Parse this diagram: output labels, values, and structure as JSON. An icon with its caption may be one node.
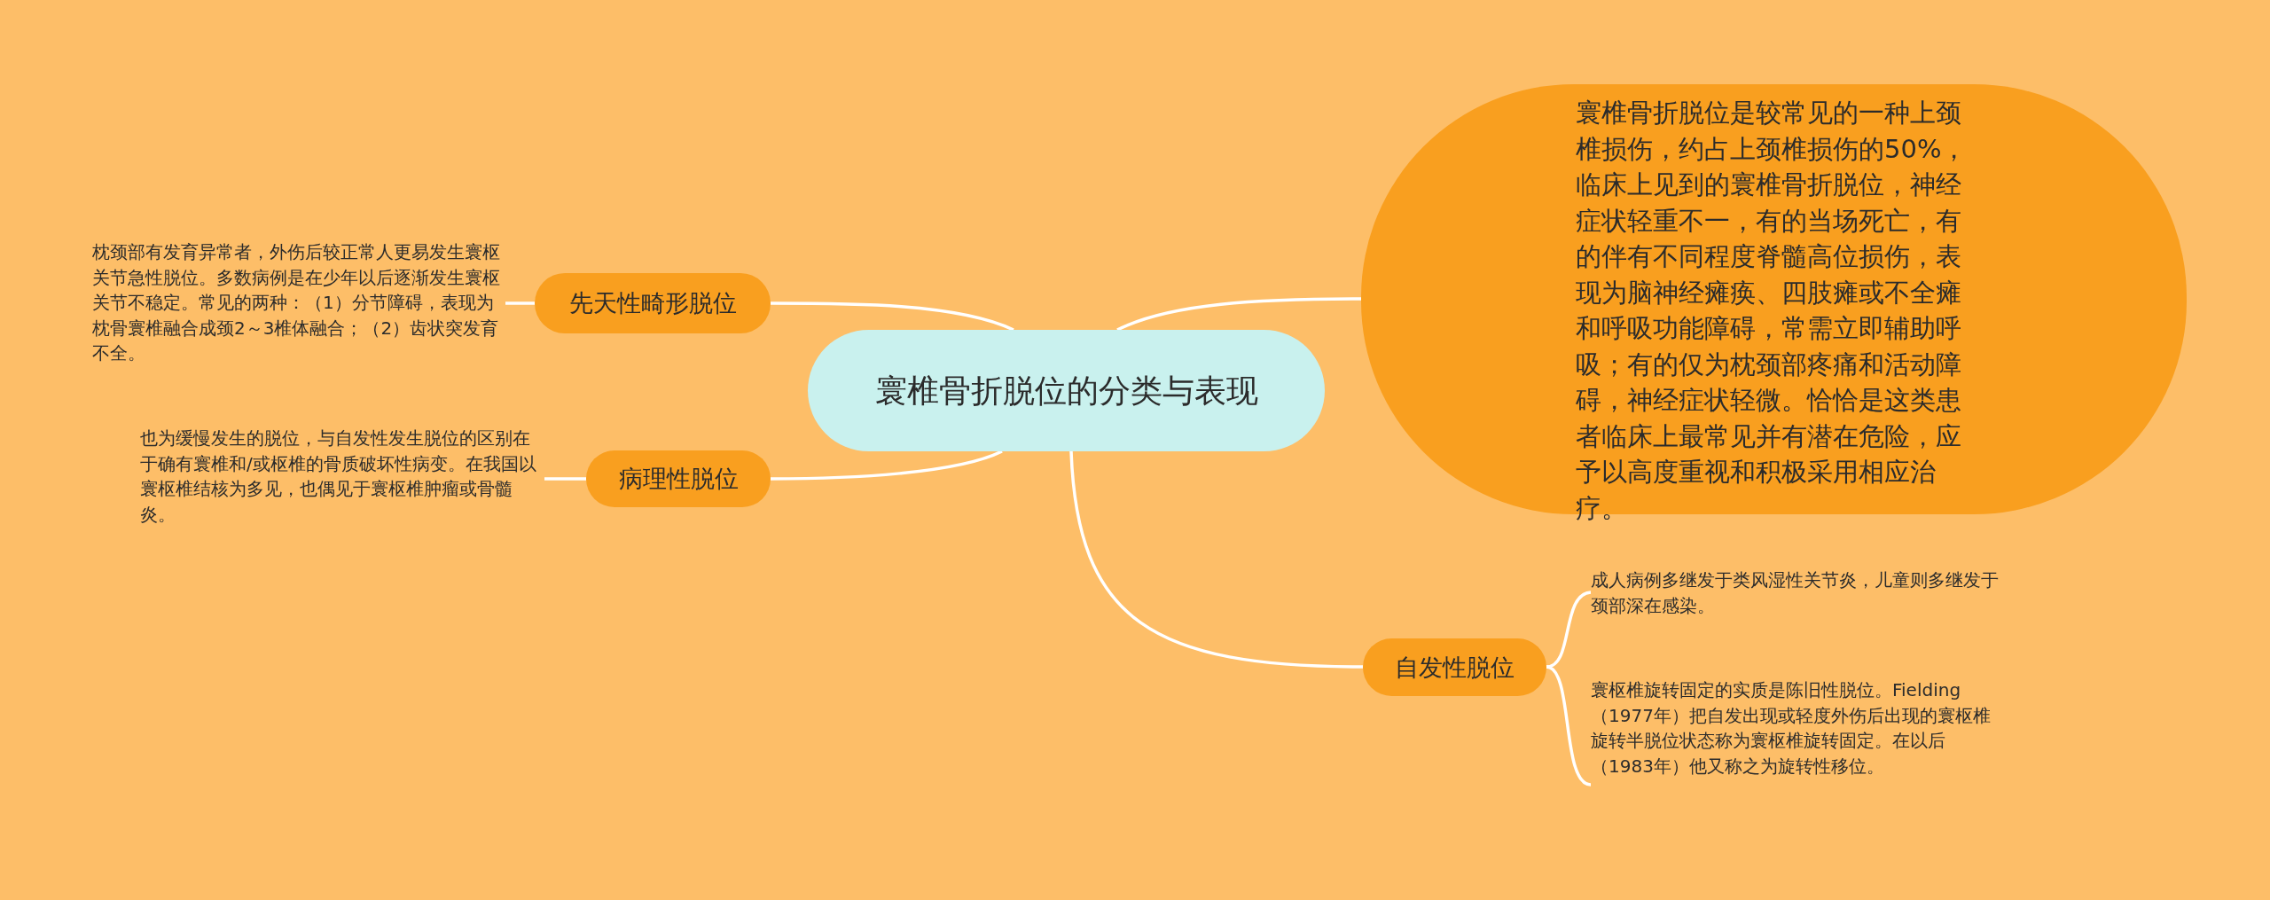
{
  "diagram": {
    "nodes": [
      {
        "text": [
          "寰椎骨折脱位的分类与表现"
        ]
      },
      {
        "text": [
          "先天性畸形脱位"
        ]
      },
      {
        "text": [
          "枕颈部有发育异常者，外伤后较正常人更易发生寰枢关节急性脱位。多数病例是在少年以后逐渐发生寰枢关节不稳定。常见的两种：（1）分节障碍，表现为枕骨寰椎融合成颈2～3椎体融合；（2）齿状突发育不全。"
        ]
      },
      {
        "text": [
          "病理性脱位"
        ]
      },
      {
        "text": [
          "也为缓慢发生的脱位，与自发性发生脱位的区别在于确有寰椎和/或枢椎的骨质破坏性病变。在我国以寰枢椎结核为多见，也偶见于寰枢椎肿瘤或骨髓炎。"
        ]
      },
      {
        "text": [
          "寰椎骨折脱位是较常见的一种上颈椎损伤，约占上颈椎损伤的50%，临床上见到的寰椎骨折脱位，神经症状轻重不一，有的当场死亡，有的伴有不同程度脊髓高位损伤，表现为脑神经瘫痪、四肢瘫或不全瘫和呼吸功能障碍，常需立即辅助呼吸；有的仅为枕颈部疼痛和活动障碍，神经症状轻微。恰恰是这类患者临床上最常见并有潜在危险，应予以高度重视和积极采用相应治疗。"
        ]
      },
      {
        "text": [
          "自发性脱位"
        ]
      },
      {
        "text": [
          "成人病例多继发于类风湿性关节炎，儿童则多继发于颈部深在感染。"
        ]
      },
      {
        "text": [
          "寰枢椎旋转固定的实质是陈旧性脱位。Fielding（1977年）把自发出现或轻度外伤后出现的寰枢椎旋转半脱位状态称为寰枢椎旋转固定。在以后（1983年）他又称之为旋转性移位。"
        ]
      }
    ],
    "edges": [
      {
        "from": 0,
        "to": 1,
        "arrow": "none"
      },
      {
        "from": 1,
        "to": 2,
        "arrow": "none"
      },
      {
        "from": 0,
        "to": 3,
        "arrow": "none"
      },
      {
        "from": 3,
        "to": 4,
        "arrow": "none"
      },
      {
        "from": 0,
        "to": 5,
        "arrow": "none"
      },
      {
        "from": 0,
        "to": 6,
        "arrow": "none"
      },
      {
        "from": 6,
        "to": 7,
        "arrow": "none"
      },
      {
        "from": 6,
        "to": 8,
        "arrow": "none"
      }
    ]
  }
}
